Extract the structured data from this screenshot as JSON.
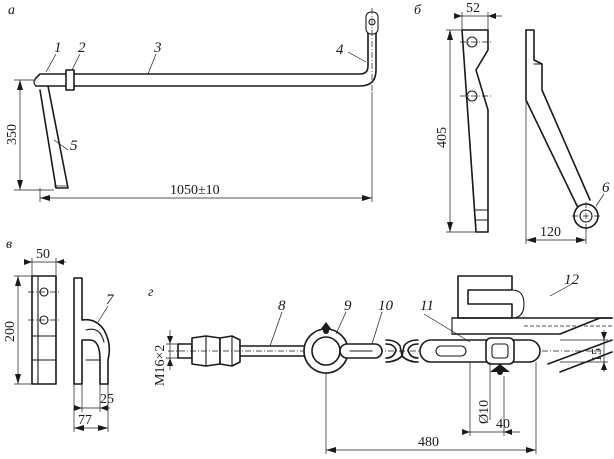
{
  "figure": {
    "panel_labels": {
      "a": "а",
      "b": "б",
      "v": "в",
      "g": "г"
    },
    "callouts": {
      "c1": "1",
      "c2": "2",
      "c3": "3",
      "c4": "4",
      "c5": "5",
      "c6": "6",
      "c7": "7",
      "c8": "8",
      "c9": "9",
      "c10": "10",
      "c11": "11",
      "c12": "12"
    },
    "dimensions": {
      "a_height": "350",
      "a_length": "1050±10",
      "b_width": "52",
      "b_height": "405",
      "b_offset": "120",
      "v_width": "50",
      "v_height": "200",
      "v_thickness": "25",
      "v_depth": "77",
      "g_thread": "M16×2",
      "g_span": "480",
      "g_link": "40",
      "g_diameter": "Ø10",
      "g_gap": "15"
    }
  }
}
